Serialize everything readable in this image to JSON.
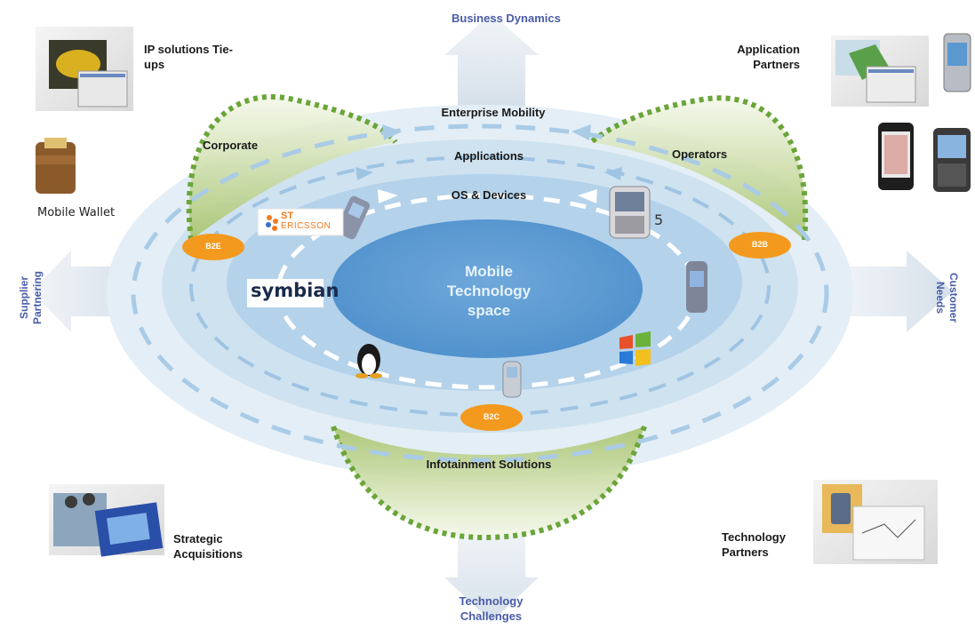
{
  "arrows": {
    "top": "Business Dynamics",
    "bottom": "Technology Challenges",
    "left": "Supplier Partnering",
    "right": "Customer Needs"
  },
  "rings": {
    "outer": "Enterprise Mobility",
    "middle": "Applications",
    "inner": "OS & Devices",
    "core": "Mobile Technology space",
    "bottom": "Infotainment Solutions"
  },
  "lobes": {
    "left": "Corporate",
    "right": "Operators"
  },
  "badges": {
    "left": "B2E",
    "right": "B2B",
    "bottom": "B2C"
  },
  "corners": {
    "top_left": "IP solutions Tie-ups",
    "mobile_wallet": "Mobile Wallet",
    "top_right": "Application Partners",
    "bottom_left": "Strategic Acquisitions",
    "bottom_right": "Technology Partners"
  },
  "logos": {
    "symbian": "symbian",
    "st": "ST",
    "ericsson": "ERICSSON",
    "phone_fragment": "5"
  },
  "colors": {
    "ring_outer": "#e3eef6",
    "ring_mid": "#c6dced",
    "ring_inner": "#a9cce8",
    "core": "#5b9bd5",
    "lobe_green": "#a7c36a",
    "dash_green": "#6aa53a",
    "badge_orange": "#f39a1e",
    "arrow_fill": "#dde6ee",
    "text_blue": "#4a5ca8"
  }
}
